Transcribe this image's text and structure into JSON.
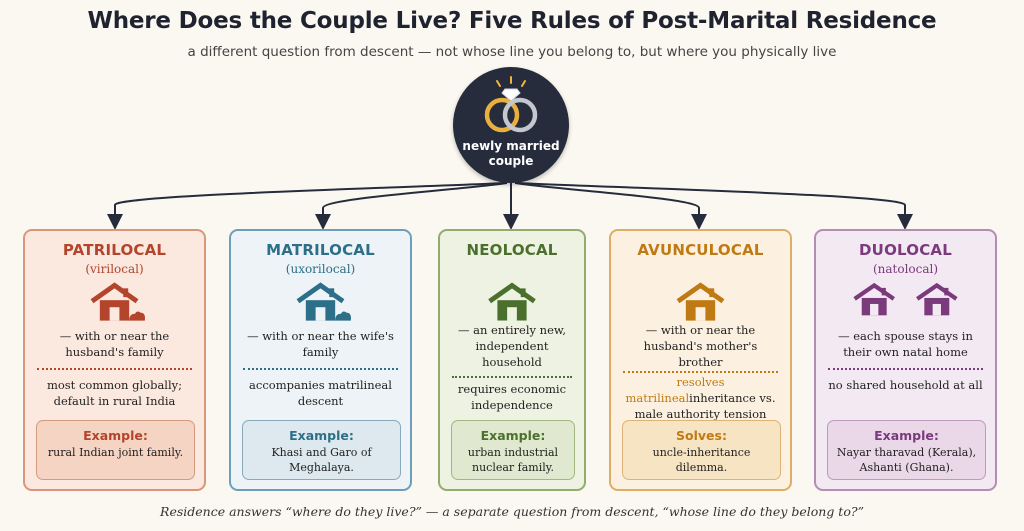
{
  "title": "Where Does the Couple Live? Five Rules of Post-Marital Residence",
  "subtitle": "a different question from descent — not whose line you belong to, but where you physically live",
  "hub": {
    "label_line1": "newly married",
    "label_line2": "couple",
    "icon": "wedding-rings-icon"
  },
  "cards": [
    {
      "title": "PATRILOCAL",
      "alt": "(virilocal)",
      "icon": "house-icon",
      "desc": "— with or near the husband's family",
      "note_pre": "",
      "note_hl": "",
      "note": "most common globally; default in rural India",
      "example_label": "Example:",
      "example": "rural Indian joint family.",
      "colors": {
        "accent": "#b2452b",
        "bg": "#fbe8df",
        "border": "#d9967a",
        "box_bg": "#f5d4c3",
        "box_border": "#d49a80"
      }
    },
    {
      "title": "MATRILOCAL",
      "alt": "(uxorilocal)",
      "icon": "house-icon",
      "desc": "— with or near the wife's family",
      "note_pre": "",
      "note_hl": "",
      "note": "accompanies matrilineal descent",
      "example_label": "Example:",
      "example": "Khasi and Garo of Meghalaya.",
      "colors": {
        "accent": "#2d6f88",
        "bg": "#edf3f6",
        "border": "#6f9fb8",
        "box_bg": "#dde9ef",
        "box_border": "#86a9bc"
      }
    },
    {
      "title": "NEOLOCAL",
      "alt": "",
      "icon": "house-icon",
      "desc": "— an entirely new, independent household",
      "note_pre": "",
      "note_hl": "",
      "note": "requires economic independence",
      "example_label": "Example:",
      "example": "urban industrial nuclear family.",
      "colors": {
        "accent": "#4b6f2c",
        "bg": "#eef2e2",
        "border": "#93ab6c",
        "box_bg": "#e0e9cf",
        "box_border": "#a3b67f"
      }
    },
    {
      "title": "AVUNCULOCAL",
      "alt": "",
      "icon": "house-icon",
      "desc": "— with or near the husband's mother's brother",
      "note_pre": "resolves matri",
      "note_hl": "lineal",
      "note": "inheritance vs. male authority tension",
      "example_label": "Solves:",
      "example": "uncle-inheritance dilemma.",
      "colors": {
        "accent": "#c07a14",
        "bg": "#fcf1e0",
        "border": "#dfae66",
        "box_bg": "#f7e4c3",
        "box_border": "#ddb37a"
      }
    },
    {
      "title": "DUOLOCAL",
      "alt": "(natolocal)",
      "icon": "two-houses-icon",
      "desc": "— each spouse stays in their own natal home",
      "note_pre": "",
      "note_hl": "",
      "note": "no shared household at all",
      "example_label": "Example:",
      "example": "Nayar tharavad (Kerala), Ashanti (Ghana).",
      "colors": {
        "accent": "#7a3a7c",
        "bg": "#f3e9f2",
        "border": "#b48db3",
        "box_bg": "#ead7e8",
        "box_border": "#bb9bb9"
      }
    }
  ],
  "footer": "Residence answers “where do they live?” — a separate question from descent, “whose line do they belong to?”"
}
